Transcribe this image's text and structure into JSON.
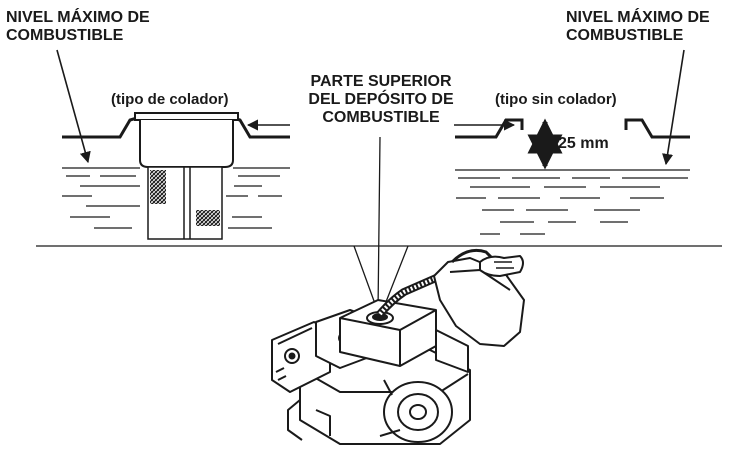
{
  "labels": {
    "max_level_left": [
      "NIVEL MÁXIMO DE",
      "COMBUSTIBLE"
    ],
    "max_level_right": [
      "NIVEL MÁXIMO DE",
      "COMBUSTIBLE"
    ],
    "tank_top": [
      "PARTE SUPERIOR",
      "DEL DEPÓSITO DE",
      "COMBUSTIBLE"
    ],
    "strainer_type": "(tipo de colador)",
    "no_strainer_type": "(tipo sin colador)",
    "gap": "25 mm"
  },
  "colors": {
    "ink": "#1a1a1a",
    "background": "#ffffff"
  }
}
